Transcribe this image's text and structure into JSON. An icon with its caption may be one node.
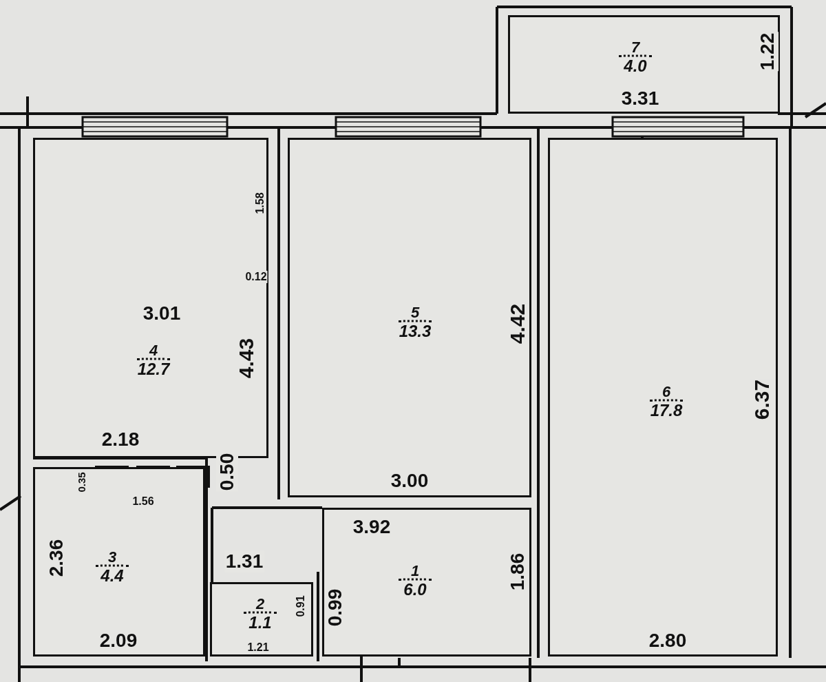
{
  "diagram": {
    "nodes": [
      {
        "text": [
          "7",
          "4.0"
        ]
      },
      {
        "text": [
          "4",
          "12.7"
        ]
      },
      {
        "text": [
          "5",
          "13.3"
        ]
      },
      {
        "text": [
          "6",
          "17.8"
        ]
      },
      {
        "text": [
          "3",
          "4.4"
        ]
      },
      {
        "text": [
          "1",
          "6.0"
        ]
      },
      {
        "text": [
          "2",
          "1.1"
        ]
      }
    ],
    "labels": [
      "1.22",
      "3.31",
      "1.58",
      "0.12",
      "3.01",
      "4.43",
      "4.42",
      "6.37",
      "2.18",
      "0.50",
      "0.35",
      "1.56",
      "3.00",
      "3.92",
      "2.36",
      "1.31",
      "1.86",
      "0.99",
      "0.91",
      "1.21",
      "2.09",
      "2.80"
    ]
  }
}
